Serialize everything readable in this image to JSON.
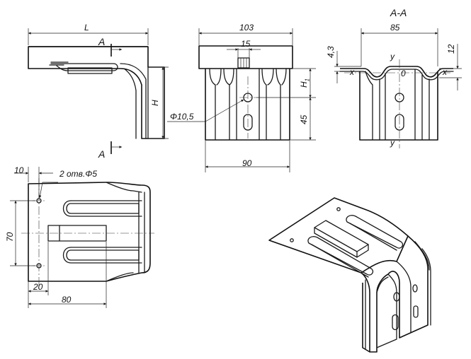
{
  "section_title": "A-A",
  "side_view": {
    "length_label": "L",
    "height_label": "H",
    "cut_label_top": "A",
    "cut_label_bottom": "A"
  },
  "front_view": {
    "top_width": "103",
    "slot_width": "15",
    "hole_label": "Φ10,5",
    "h1_label": "H",
    "h1_sub": "1",
    "vertical_dim": "45",
    "bottom_width": "90"
  },
  "section_view": {
    "width": "85",
    "left_height": "4,3",
    "right_height": "12",
    "axis_y_top": "y",
    "axis_y_bottom": "y",
    "axis_x_left": "x",
    "axis_x_right": "x",
    "origin": "0"
  },
  "plan_view": {
    "edge_offset": "10",
    "holes_label": "2 отв.Φ5",
    "height": "70",
    "hole_offset": "20",
    "length": "80"
  },
  "icons": [
    "isometric-bracket-illustration"
  ]
}
